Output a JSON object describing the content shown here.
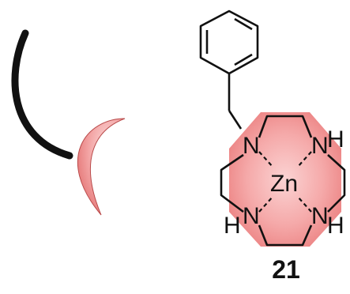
{
  "compound": {
    "number": "21",
    "metal": "Zn",
    "atoms": {
      "n_top_left": "N",
      "n_top_right": "N",
      "n_bottom_left": "N",
      "n_bottom_right": "N",
      "h_top_right": "H",
      "h_bottom_left": "H",
      "h_bottom_right": "H"
    }
  },
  "colors": {
    "ring_fill": "#ef8a8a",
    "ring_highlight": "#fbd3d3",
    "bond": "#111111",
    "tether": "#111111"
  },
  "icons": {
    "tether": "curved-tether-icon",
    "crescent": "crescent-receptor-icon"
  }
}
